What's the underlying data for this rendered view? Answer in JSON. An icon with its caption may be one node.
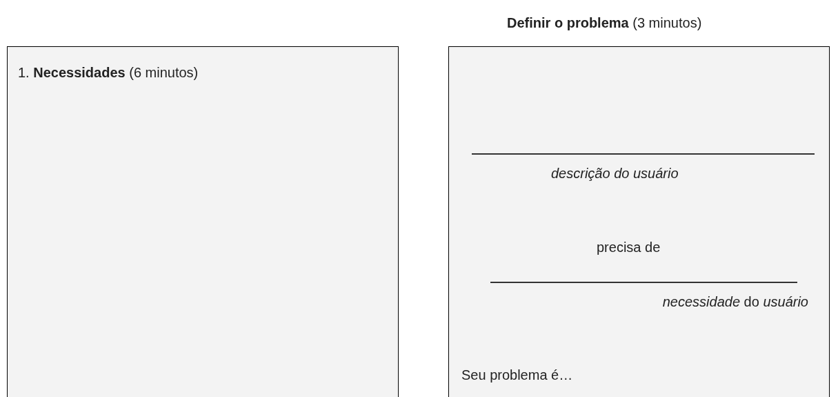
{
  "diagram": {
    "nodes": [
      {
        "text": [
          "1. **Necessidades** (6 minutos)"
        ]
      },
      {
        "text": [
          "**Definir o problema** (3 minutos)",
          "*descrição do usuário*",
          "precisa de",
          "*necessidade* do *usuário*",
          "Seu problema é…"
        ]
      }
    ]
  }
}
